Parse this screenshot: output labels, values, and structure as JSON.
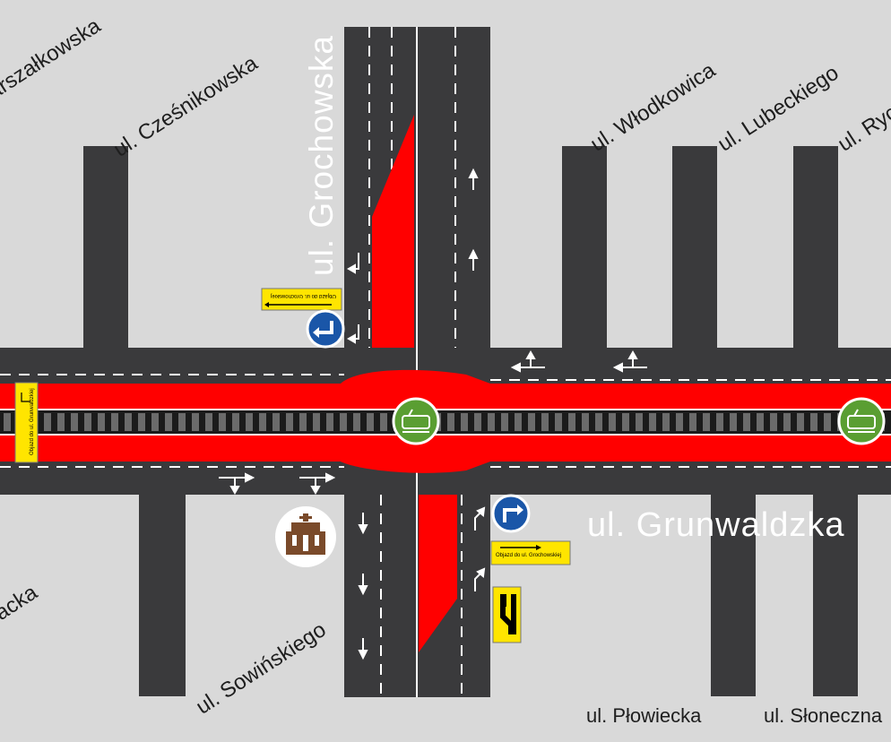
{
  "streets": {
    "marszalkowska": "ul. Marszałkowska",
    "czesnikowska": "ul. Cześnikowska",
    "grochowska": "ul. Grochowska",
    "wlodkowica": "ul. Włodkowica",
    "lubeckiego": "ul. Lubeckiego",
    "rycerska": "ul. Rycerska",
    "grunwaldzka": "ul. Grunwaldzka",
    "sowinskiego": "ul. Sowińskiego",
    "plowiecka": "ul. Płowiecka",
    "sloneczna": "ul. Słoneczna",
    "left_bottom": "ul. Racka"
  },
  "signs": {
    "detour_grochowska": "Objazd do ul. Grochowskiej",
    "detour_grunwaldzka_vertical": "Objazd do ul. Grunwaldzkiej"
  },
  "colors": {
    "background": "#d9d9d9",
    "road": "#3a3a3c",
    "closure": "#ff0000",
    "tram_badge": "#5a9e32",
    "mandatory_sign": "#1a56a8",
    "detour_sign": "#ffe500"
  },
  "icons": [
    "tram-icon",
    "tram-icon",
    "church-icon",
    "turn-left-mandatory-icon",
    "turn-right-mandatory-icon",
    "lane-change-warning-icon"
  ]
}
